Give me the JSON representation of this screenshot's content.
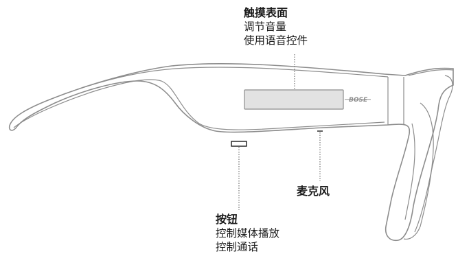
{
  "callouts": {
    "touch_surface": {
      "title": "触摸表面",
      "lines": [
        "调节音量",
        "使用语音控件"
      ]
    },
    "microphone": {
      "title": "麦克风"
    },
    "button": {
      "title": "按钮",
      "lines": [
        "控制媒体播放",
        "控制通话"
      ]
    }
  },
  "logo_text": "BOSE",
  "colors": {
    "frame_stroke": "#8c8c8c",
    "frame_fill": "#ffffff",
    "touch_pad_fill": "#e2e2e2",
    "text": "#1a1a1a",
    "leader_line": "#555555"
  }
}
